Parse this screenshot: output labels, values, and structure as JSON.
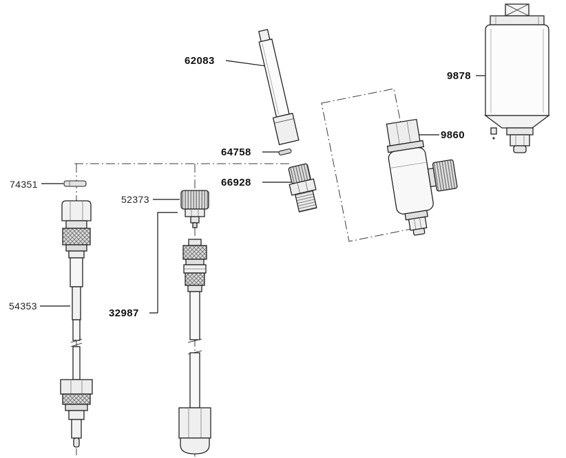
{
  "diagram": {
    "type": "exploded-parts-diagram",
    "labels": {
      "p62083": "62083",
      "p64758": "64758",
      "p66928": "66928",
      "p74351": "74351",
      "p52373": "52373",
      "p54353": "54353",
      "p32987": "32987",
      "p9860": "9860",
      "p9878": "9878"
    },
    "colors": {
      "line": "#222222",
      "background": "#ffffff"
    }
  }
}
